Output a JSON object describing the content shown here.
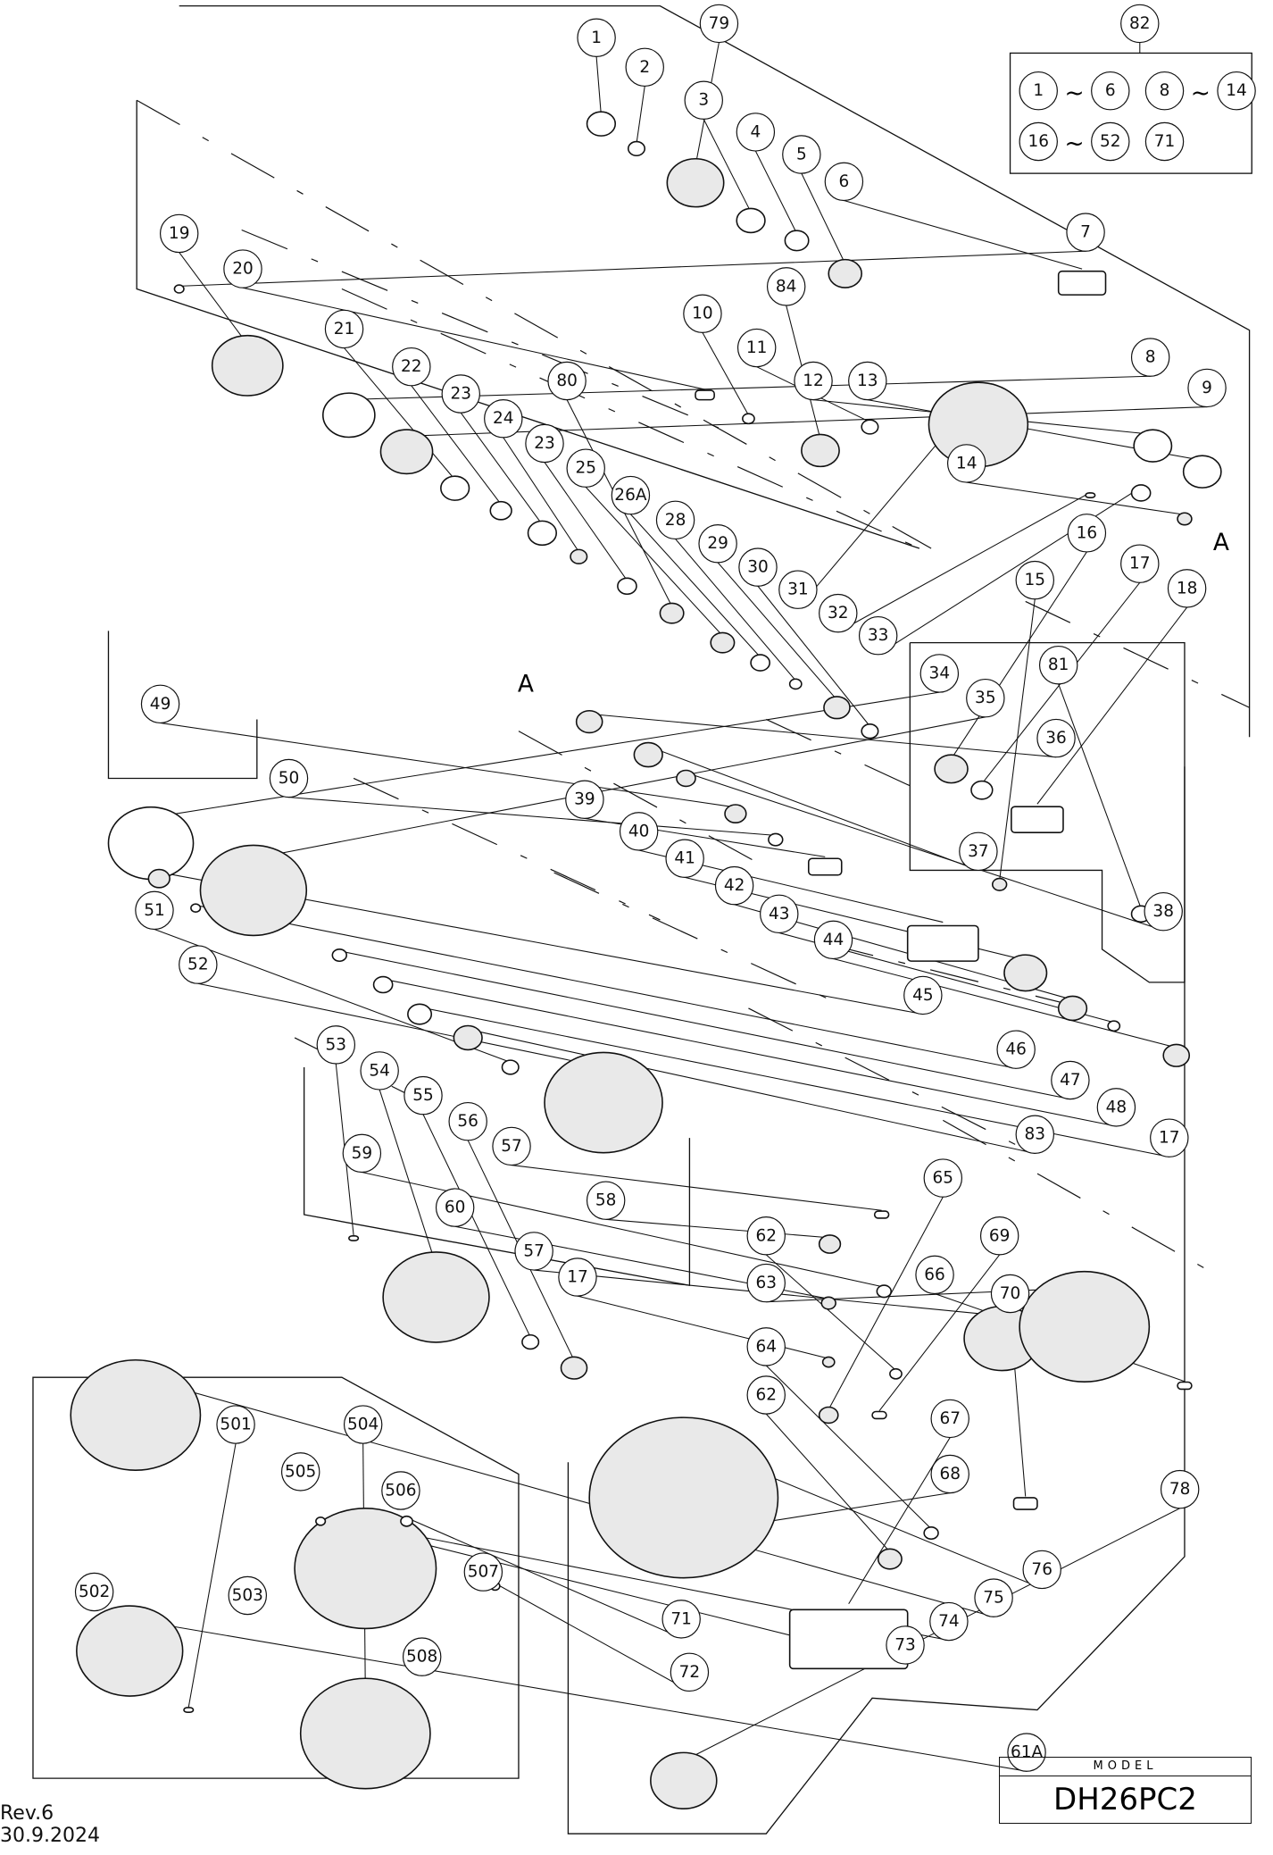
{
  "revision": "Rev.6",
  "date": "30.9.2024",
  "model": {
    "label": "MODEL",
    "value": "DH26PC2"
  },
  "set_box": {
    "number": "82",
    "ranges": [
      {
        "from": "1",
        "to": "6"
      },
      {
        "from": "8",
        "to": "14"
      },
      {
        "from": "16",
        "to": "52"
      }
    ],
    "single": "71",
    "range_symbol": "~"
  },
  "reference_marks": [
    "A",
    "A"
  ],
  "callouts": [
    "1",
    "2",
    "79",
    "3",
    "4",
    "5",
    "6",
    "7",
    "19",
    "20",
    "10",
    "84",
    "11",
    "12",
    "13",
    "8",
    "9",
    "21",
    "22",
    "23",
    "24",
    "23",
    "80",
    "25",
    "26A",
    "28",
    "29",
    "30",
    "31",
    "32",
    "33",
    "14",
    "16",
    "17",
    "18",
    "15",
    "81",
    "34",
    "35",
    "36",
    "37",
    "38",
    "49",
    "50",
    "39",
    "40",
    "41",
    "42",
    "43",
    "44",
    "45",
    "46",
    "47",
    "48",
    "17",
    "83",
    "51",
    "52",
    "53",
    "54",
    "55",
    "56",
    "57",
    "58",
    "59",
    "60",
    "57",
    "17",
    "65",
    "62",
    "69",
    "66",
    "63",
    "70",
    "64",
    "62",
    "67",
    "68",
    "78",
    "76",
    "75",
    "74",
    "73",
    "71",
    "72",
    "61A",
    "501",
    "504",
    "505",
    "506",
    "507",
    "502",
    "503",
    "508"
  ]
}
